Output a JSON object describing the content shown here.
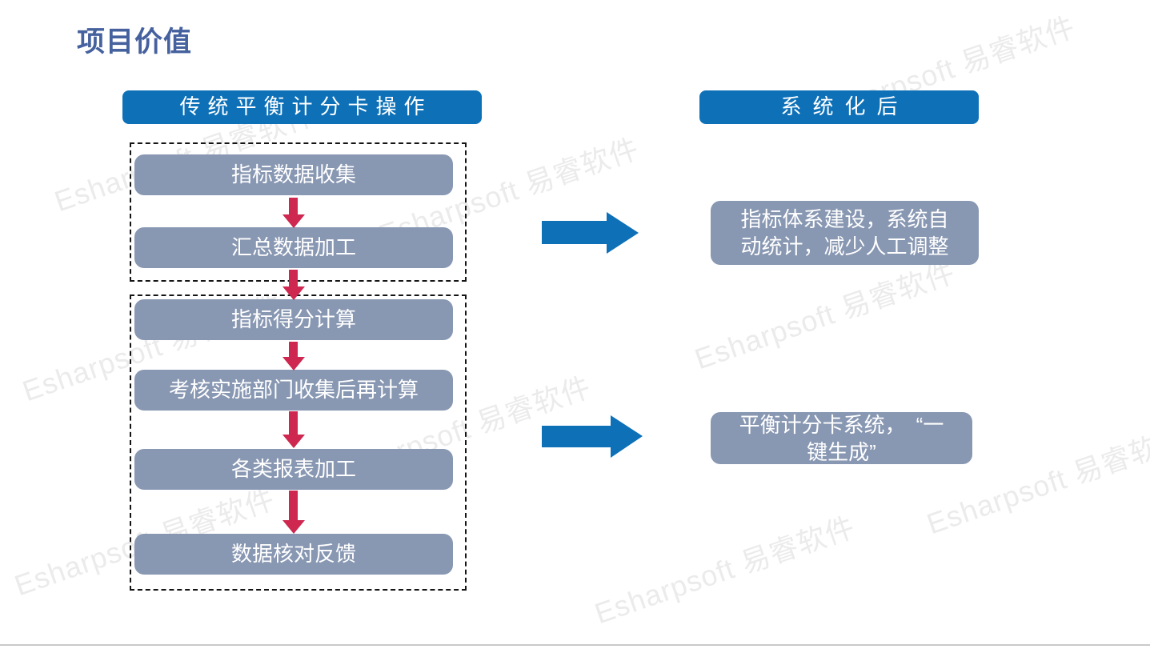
{
  "slide": {
    "title": "项目价值"
  },
  "watermark": {
    "text": "Esharpsoft 易睿软件"
  },
  "colors": {
    "accent-blue": "#0e71b8",
    "box-gray": "#8897b2",
    "arrow-red": "#ce2750",
    "title-blue": "#45619e",
    "watermark-gray": "#ebebeb",
    "border-gray": "#c9c9c9"
  },
  "flow": {
    "left_header": "传统平衡计分卡操作",
    "right_header": "系统化后",
    "steps": [
      "指标数据收集",
      "汇总数据加工",
      "指标得分计算",
      "考核实施部门收集后再计算",
      "各类报表加工",
      "数据核对反馈"
    ],
    "results": [
      {
        "lines": [
          "指标体系建设，系统自",
          "动统计，减少人工调整"
        ]
      },
      {
        "lines": [
          "平衡计分卡系统，　“一",
          "键生成”"
        ]
      }
    ]
  }
}
